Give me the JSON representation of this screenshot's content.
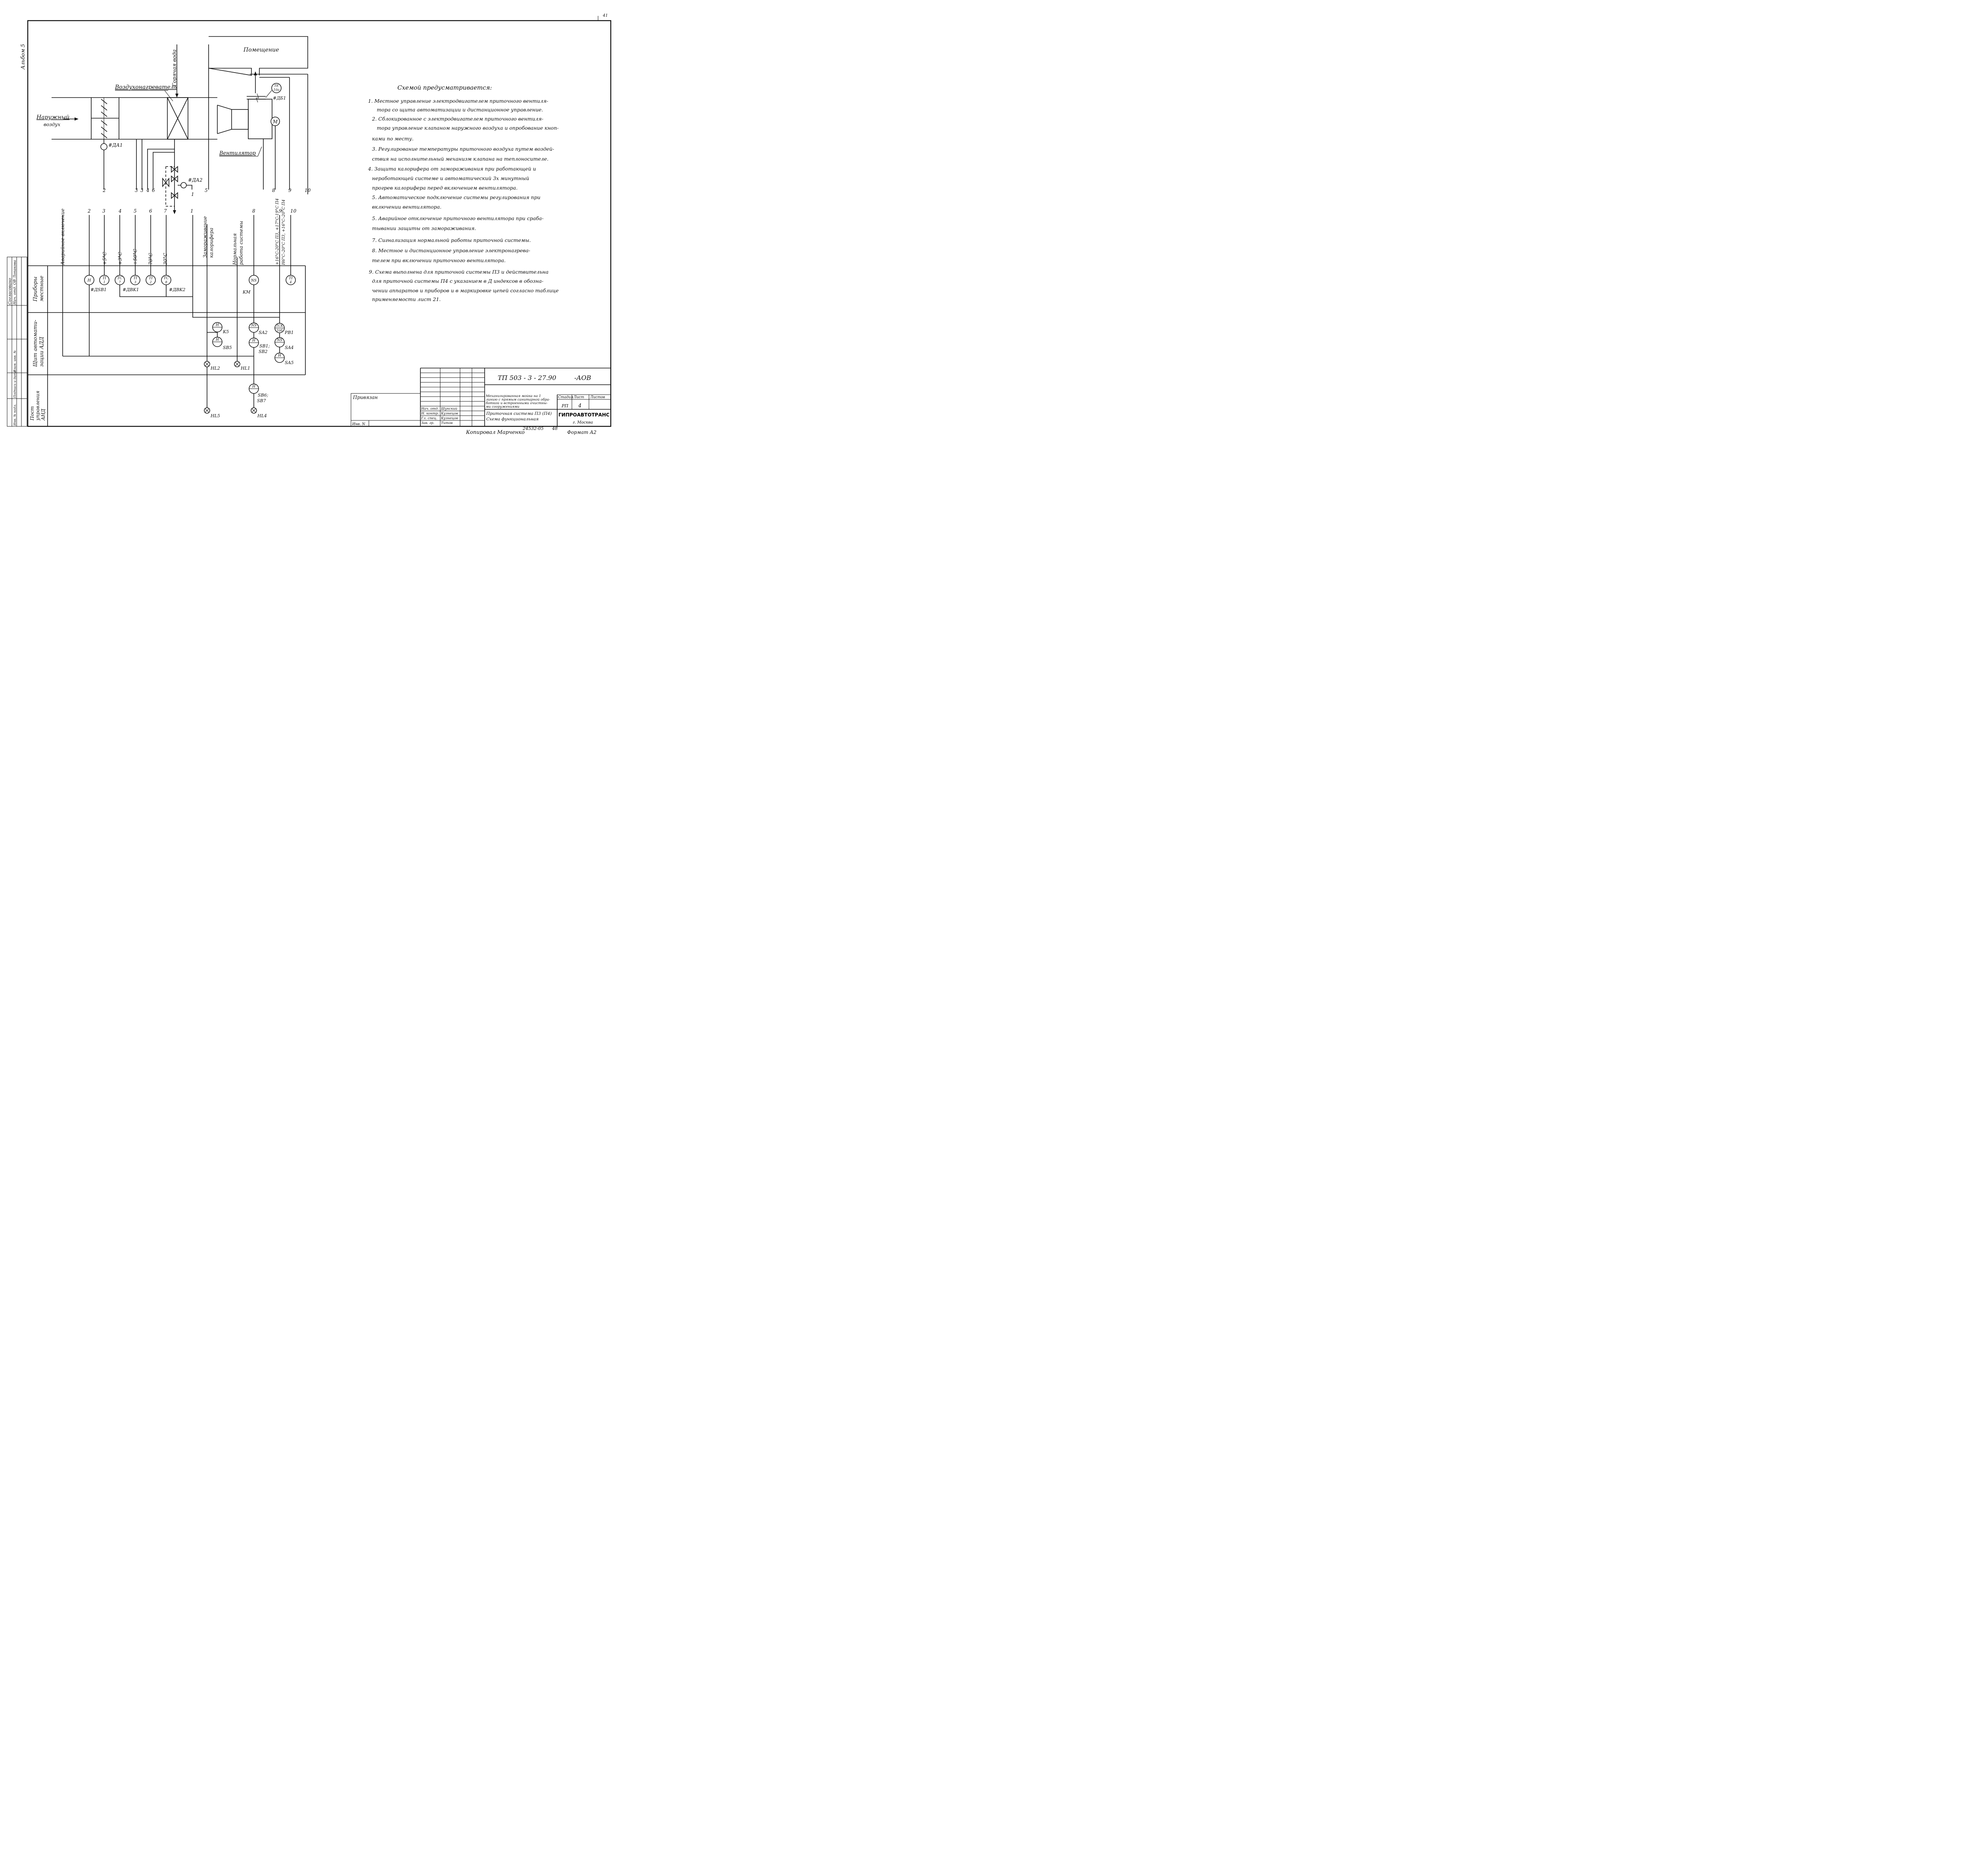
{
  "corner": {
    "page_mark": "41",
    "album": "Альбом 5"
  },
  "diagram": {
    "room": "Помещение",
    "outside_air": [
      "Наружный",
      "воздух"
    ],
    "heater": "Воздухонагреватель",
    "hot_water": "Горячая вода",
    "fan": "Вентилятор",
    "motor": "M",
    "tags": {
      "ta1": "#ДА1",
      "ta2": "#ДА2",
      "tb1": "#ДБ1"
    },
    "te_instr": [
      "TE",
      "10a"
    ],
    "top_numbers": [
      "2",
      "3",
      "4",
      "6",
      "7",
      "5",
      "1",
      "8",
      "9",
      "10"
    ],
    "lines": {
      "numbers": [
        "2",
        "3",
        "4",
        "5",
        "6",
        "7",
        "1",
        "8",
        "9",
        "10"
      ],
      "emergency": "Аварийное включение",
      "t1": "+5°C",
      "t2": "+3°C",
      "t3": "+50°C",
      "t4": "70°C",
      "t5": "30°C",
      "freeze": [
        "Замораживание",
        "калорифера"
      ],
      "normal": [
        "Нормальная",
        "работа системы"
      ],
      "range": [
        "+16°C-20°C П3, +17°C-19°C П4",
        "Н6°С–20°С П3, +16°С–20°С П4"
      ]
    },
    "rows": {
      "local": [
        "Приборы",
        "местные"
      ],
      "panel": [
        "Щит автомати-",
        "зации АДД"
      ],
      "post": [
        "Пост",
        "управления",
        "АНД"
      ]
    },
    "instruments": {
      "h1": "H",
      "h1_tag": "#ДSB1",
      "ti1_a": "TI",
      "ti1_b": "1",
      "tc1_a": "TC",
      "tc1_b": "7",
      "tc1_tag": "#ДBK1",
      "ti3_a": "TI",
      "ti3_b": "3",
      "ti2_a": "TI",
      "ti2_b": "2",
      "tc8_a": "TC",
      "tc8_b": "8",
      "tc8_tag": "#ДBK2",
      "ns1": "NS",
      "km": "KM",
      "ti4_a": "TI",
      "ti4_b": "4"
    },
    "panel": {
      "h_a": "H",
      "k5": "K5",
      "h_b": "H",
      "sb5": "SB5",
      "ns2": "NS",
      "sa2": "SA2",
      "h_c": "H",
      "sb1": "SB1;",
      "sb2": "SB2",
      "tck_a": "TCK",
      "tck_b": "10б",
      "pb1": "PB1",
      "ns3": "NS",
      "sa4": "SA4",
      "h_d": "H",
      "sa5": "SA5",
      "hl2": "HL2",
      "hl1": "HL1"
    },
    "post": {
      "h": "H",
      "sb6": "SB6;",
      "sb7": "SB7",
      "hl5": "HL5",
      "hl4": "HL4"
    }
  },
  "notes": {
    "title": "Схемой предусматривается:",
    "lines": [
      "1. Местное управление электродвигателем приточного вентиля-",
      "тора со щита автоматизации и дистанционное управление.",
      "2. Сблокированное с электродвигателем приточного вентиля-",
      "тора управление клапаном наружного воздуха и опробование кноп-",
      "ками по месту.",
      "3. Регулирование температуры приточного воздуха путем воздей-",
      "ствия на исполнительный механизм клапана на теплоносителе.",
      "4. Защита калорифера от замораживания при работающей и",
      "неработающей системе и автоматический 3х минутный",
      "прогрев калорифера перед включением вентилятора.",
      "5. Автоматическое подключение системы регулирования при",
      "включении вентилятора.",
      "5. Аварийное отключение приточного вентилятора при сраба-",
      "тывании защиты от замораживания.",
      "7. Сигнализация нормальной работы приточной системы.",
      "8. Местное и дистанционное управление электронагрева-",
      "телем при включении приточного вентилятора.",
      "9. Схема выполнена для приточной системы П3 и действительна",
      "для приточной системы П4 с указанием в Д индексов в обозна-",
      "чении аппаратов и приборов и в маркировке цепей согласно таблице",
      "применяемости лист 21."
    ]
  },
  "left_strip": {
    "agreed": "Согласовано",
    "dept": "Нач. отд. ОВ Лопакова",
    "cells": [
      "Инв. № подл.",
      "Подпись и дата",
      "Взам. инв. №"
    ]
  },
  "title_block": {
    "code": "ТП 503 - 3 - 27.90",
    "suffix": "-АОВ",
    "bound": "Привязан",
    "inv": "Инв. N",
    "roles": [
      "Нач. отд.",
      "Н. контр.",
      "Гл. спец.",
      "Зав. гр."
    ],
    "names": [
      "Шунский",
      "Кузнецов",
      "Кузнецов",
      "Титов"
    ],
    "project": [
      "Механизированная мойка на 1",
      "линию с прямым санитарной обра-",
      "боткой и встроенными очистны-",
      "ми сооружениями"
    ],
    "sheet_name": [
      "Приточная система П3 (П4)",
      "Схема функциональная"
    ],
    "stage_hdr": "Стадия",
    "sheet_hdr": "Лист",
    "sheets_hdr": "Листов",
    "stage": "РП",
    "sheet": "4",
    "org": "ГИПРОАВТОТРАНС",
    "city": "г. Москва"
  },
  "footer": {
    "copied": "Копировал Марченко",
    "num": "24532-05",
    "pg": "48",
    "format": "Формат А2"
  }
}
